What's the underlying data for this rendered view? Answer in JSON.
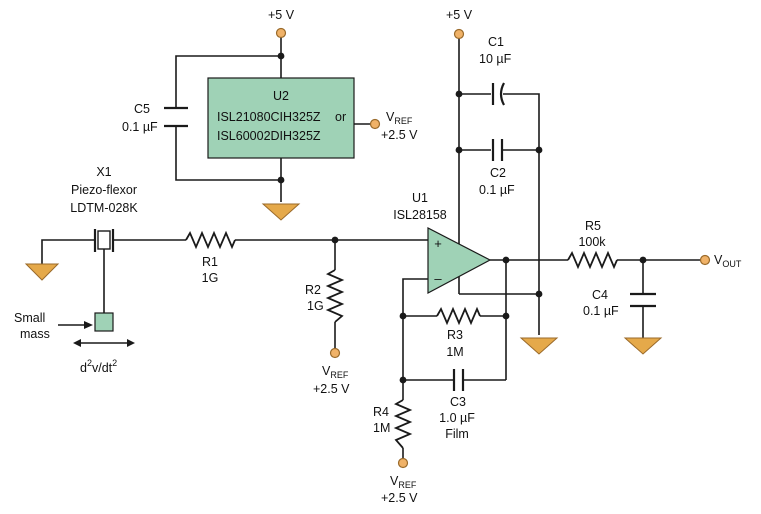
{
  "supply": {
    "vcc": "+5 V"
  },
  "vref": {
    "main": "V",
    "sub": "REF",
    "value": "+2.5 V"
  },
  "vout": {
    "main": "V",
    "sub": "OUT"
  },
  "u2": {
    "name": "U2",
    "part1": "ISL21080CIH325Z",
    "or": "or",
    "part2": "ISL60002DIH325Z"
  },
  "u1": {
    "name": "U1",
    "part": "ISL28158",
    "plus": "+",
    "minus": "–"
  },
  "x1": {
    "name": "X1",
    "type": "Piezo-flexor",
    "part": "LDTM-028K"
  },
  "mass": {
    "line1": "Small",
    "line2": "mass",
    "accel_pre": "d",
    "accel_exp": "2",
    "accel_mid": "v/dt",
    "accel_exp2": "2"
  },
  "c5": {
    "name": "C5",
    "value": "0.1 µF"
  },
  "c1": {
    "name": "C1",
    "value": "10 µF"
  },
  "c2": {
    "name": "C2",
    "value": "0.1 µF"
  },
  "c3": {
    "name": "C3",
    "value": "1.0 µF",
    "note": "Film"
  },
  "c4": {
    "name": "C4",
    "value": "0.1 µF"
  },
  "r1": {
    "name": "R1",
    "value": "1G"
  },
  "r2": {
    "name": "R2",
    "value": "1G"
  },
  "r3": {
    "name": "R3",
    "value": "1M"
  },
  "r4": {
    "name": "R4",
    "value": "1M"
  },
  "r5": {
    "name": "R5",
    "value": "100k"
  },
  "colors": {
    "chip": "#9fd2b6",
    "terminal": "#f0b268",
    "ground": "#e5a94a",
    "wire": "#1a1a1a"
  }
}
